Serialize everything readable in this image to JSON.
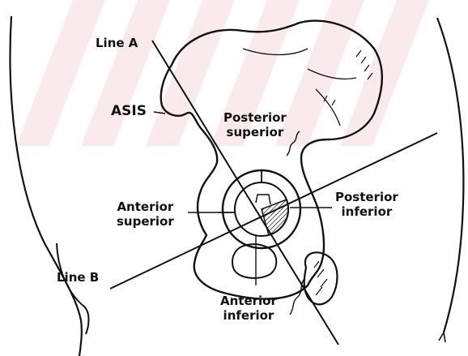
{
  "labels": {
    "line_a": "Line A",
    "line_b": "Line B",
    "asis": "ASIS",
    "posterior_superior": [
      "Posterior",
      "superior"
    ],
    "anterior_superior": [
      "Anterior",
      "superior"
    ],
    "posterior_inferior": [
      "Posterior",
      "inferior"
    ],
    "anterior_inferior": [
      "Anterior",
      "inferior"
    ]
  },
  "colors": {
    "ink": "#111111",
    "background": "#ffffff",
    "watermark": "#f3c4c8"
  }
}
